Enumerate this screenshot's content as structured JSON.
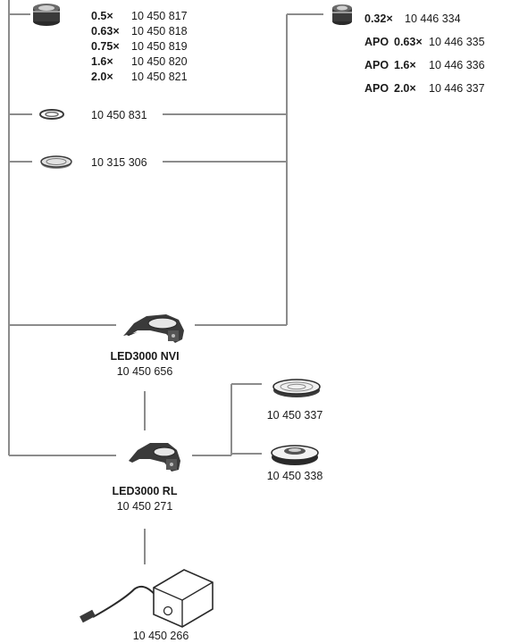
{
  "objectives_left": [
    {
      "mag": "0.5×",
      "code": "10 450 817"
    },
    {
      "mag": "0.63×",
      "code": "10 450 818"
    },
    {
      "mag": "0.75×",
      "code": "10 450 819"
    },
    {
      "mag": "1.6×",
      "code": "10 450 820"
    },
    {
      "mag": "2.0×",
      "code": "10 450 821"
    }
  ],
  "objectives_right": [
    {
      "prefix": "",
      "mag": "0.32×",
      "code": "10 446 334"
    },
    {
      "prefix": "APO",
      "mag": "0.63×",
      "code": "10 446 335"
    },
    {
      "prefix": "APO",
      "mag": "1.6×",
      "code": "10 446 336"
    },
    {
      "prefix": "APO",
      "mag": "2.0×",
      "code": "10 446 337"
    }
  ],
  "adapter_ring_code": "10 450 831",
  "filter_code": "10 315 306",
  "led_nvi": {
    "name": "LED3000 NVI",
    "code": "10 450 656"
  },
  "led_rl": {
    "name": "LED3000 RL",
    "code": "10 450 271"
  },
  "diffuser_1_code": "10 450 337",
  "diffuser_2_code": "10 450 338",
  "power_supply_code": "10 450 266",
  "icons": [
    "objective-icon",
    "adapter-ring-icon",
    "filter-icon",
    "ring-light-icon",
    "diffuser-icon",
    "power-supply-icon"
  ]
}
